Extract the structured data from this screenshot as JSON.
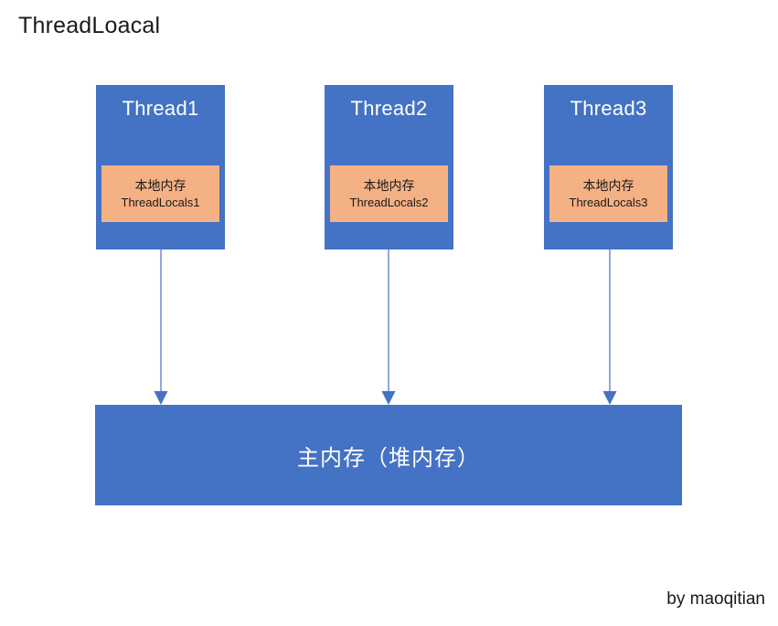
{
  "page": {
    "title": "ThreadLoacal",
    "credit": "by maoqitian",
    "background": "#FFFFFF"
  },
  "colors": {
    "thread_fill": "#4472C4",
    "local_memory_fill": "#F4B183",
    "main_memory_fill": "#4472C4",
    "arrow_line": "#8FAADC",
    "arrow_head": "#4472C4",
    "text_dark": "#1A1A1A",
    "text_light": "#FFFFFF"
  },
  "threads": [
    {
      "label": "Thread1",
      "local_memory_title": "本地内存",
      "local_memory_name": "ThreadLocals1"
    },
    {
      "label": "Thread2",
      "local_memory_title": "本地内存",
      "local_memory_name": "ThreadLocals2"
    },
    {
      "label": "Thread3",
      "local_memory_title": "本地内存",
      "local_memory_name": "ThreadLocals3"
    }
  ],
  "main_memory": {
    "label": "主内存（堆内存）"
  },
  "arrows": [
    {
      "from": "Thread1",
      "to": "主内存（堆内存）"
    },
    {
      "from": "Thread2",
      "to": "主内存（堆内存）"
    },
    {
      "from": "Thread3",
      "to": "主内存（堆内存）"
    }
  ]
}
